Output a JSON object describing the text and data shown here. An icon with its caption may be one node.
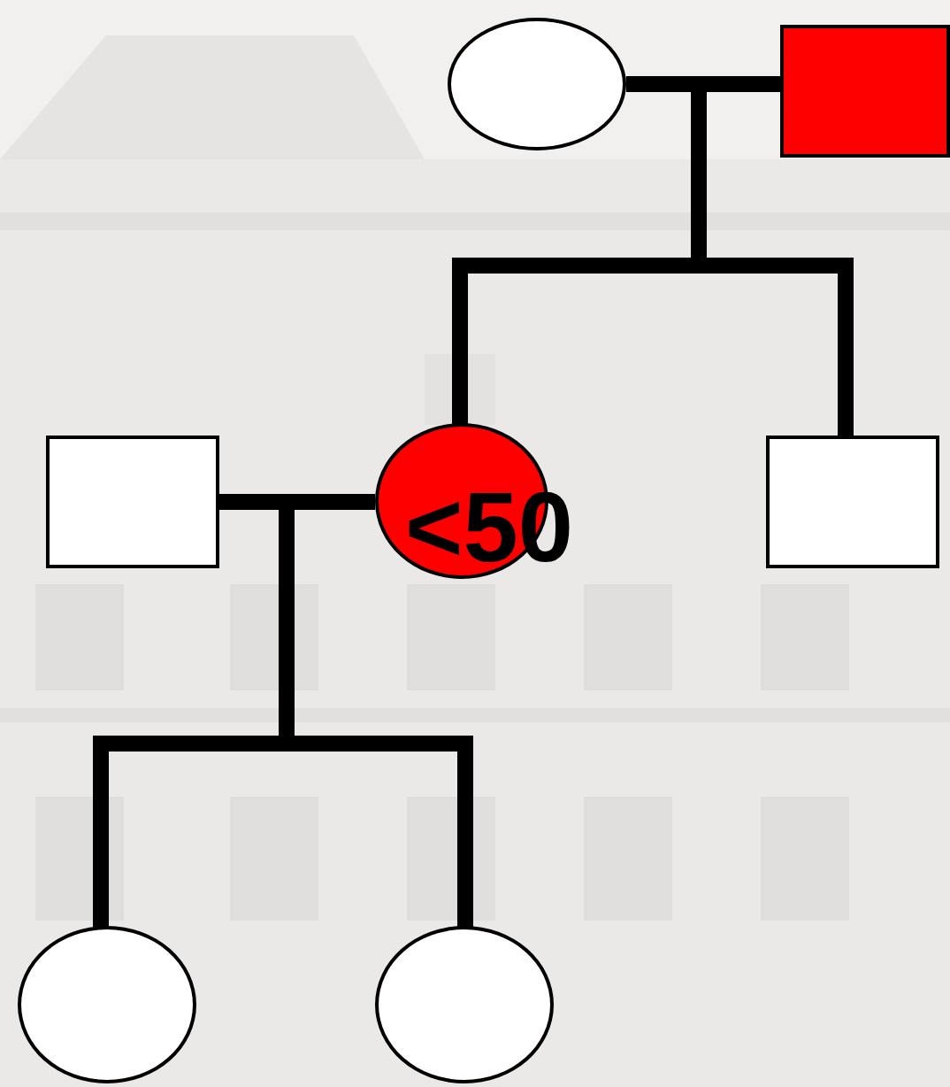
{
  "diagram": {
    "nodes": [
      {
        "text": [],
        "shape": "circle"
      },
      {
        "text": [],
        "shape": "box"
      },
      {
        "text": [],
        "shape": "box"
      },
      {
        "text": [
          "<50"
        ]
      },
      {
        "text": [],
        "shape": "box"
      },
      {
        "text": [],
        "shape": "circle"
      },
      {
        "text": [],
        "shape": "circle"
      }
    ],
    "edges": [
      {
        "from": 0,
        "to": 1,
        "arrow": "none"
      },
      {
        "from": null,
        "to": 3,
        "arrow": "none"
      },
      {
        "from": null,
        "to": 4,
        "arrow": "none"
      },
      {
        "from": 2,
        "to": 3,
        "arrow": "none"
      },
      {
        "from": null,
        "to": 5,
        "arrow": "none"
      },
      {
        "from": null,
        "to": 6,
        "arrow": "none"
      }
    ]
  }
}
